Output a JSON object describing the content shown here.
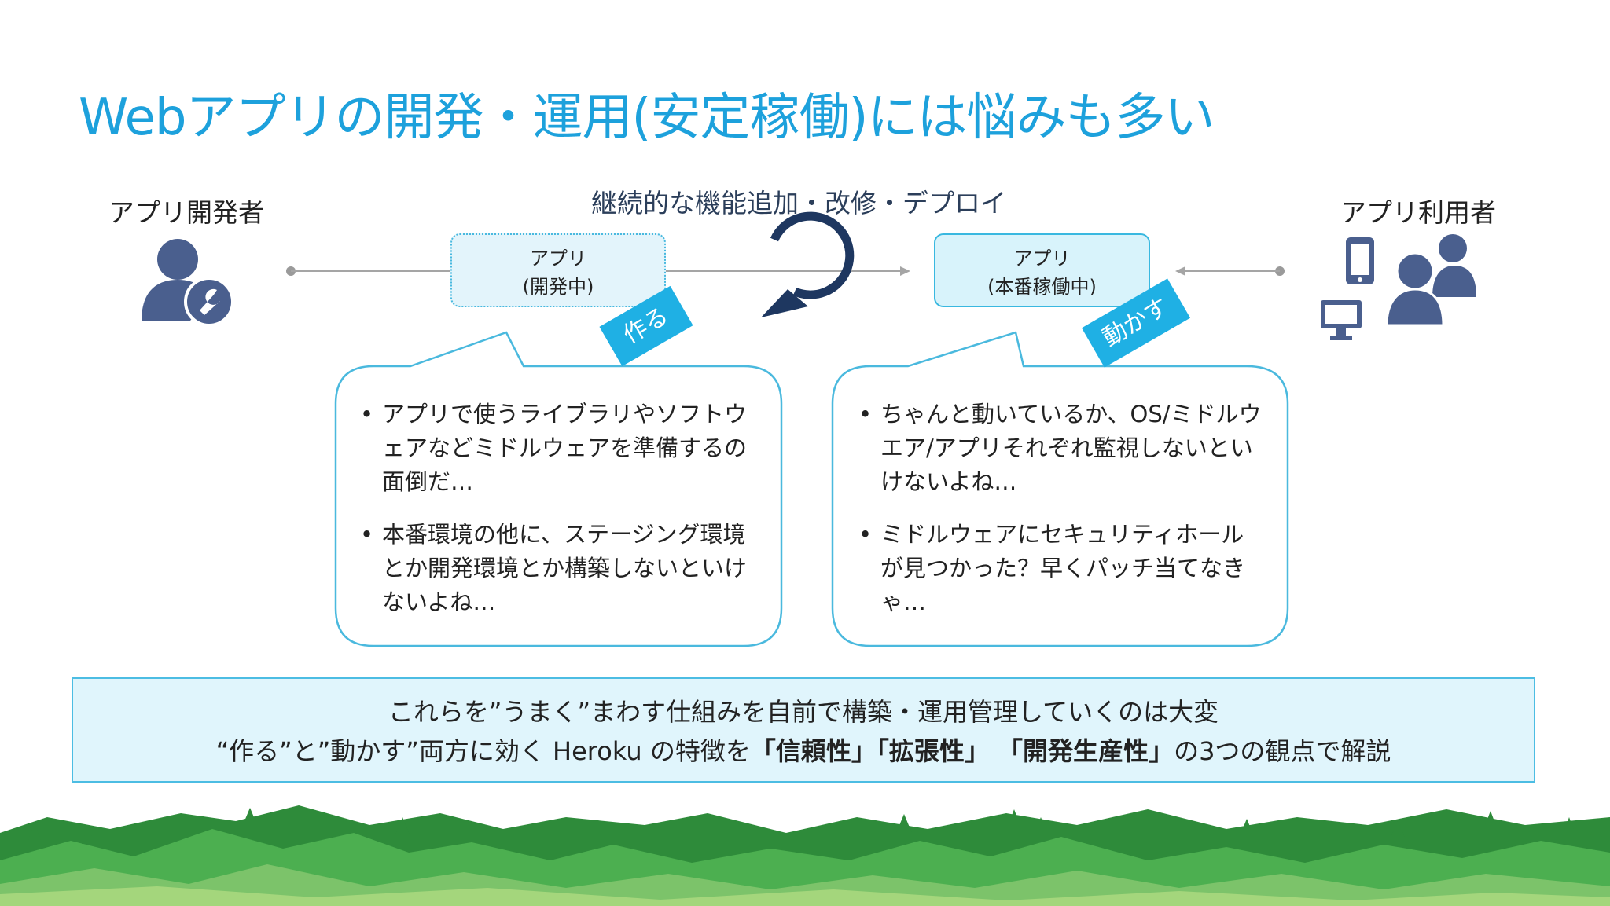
{
  "title": "Webアプリの開発・運用(安定稼働)には悩みも多い",
  "developer": {
    "label": "アプリ開発者"
  },
  "user": {
    "label": "アプリ利用者"
  },
  "cycle_label": "継続的な機能追加・改修・デプロイ",
  "app_dev": {
    "line1": "アプリ",
    "line2": "(開発中)"
  },
  "app_prod": {
    "line1": "アプリ",
    "line2": "(本番稼働中)"
  },
  "tag_make": "作る",
  "tag_run": "動かす",
  "left_bubble": {
    "items": [
      "アプリで使うライブラリやソフトウェアなどミドルウェアを準備するの面倒だ…",
      "本番環境の他に、ステージング環境とか開発環境とか構築しないといけないよね…"
    ]
  },
  "right_bubble": {
    "items": [
      "ちゃんと動いているか、OS/ミドルウエア/アプリそれぞれ監視しないといけないよね…",
      "ミドルウェアにセキュリティホールが見つかった？早くパッチ当てなきゃ…"
    ]
  },
  "footer": {
    "line1": "これらを”うまく”まわす仕組みを自前で構築・運用管理していくのは大変",
    "line2_prefix": "“作る”と”動かす”両方に効く Heroku の特徴を",
    "highlight1": "「信頼性」",
    "highlight2": "「拡張性」",
    "highlight3": "「開発生産性」",
    "line2_suffix": "の3つの観点で解説"
  },
  "colors": {
    "title": "#1da1dc",
    "icon_navy": "#4a5f8e",
    "tag_blue": "#1fb0e4",
    "cycle_navy": "#1e3760",
    "border_blue": "#4cbde3",
    "hills_green": "#4caf50"
  },
  "icons": {
    "developer": "person-wrench-icon",
    "user": "people-devices-icon",
    "cycle": "refresh-cycle-icon"
  }
}
